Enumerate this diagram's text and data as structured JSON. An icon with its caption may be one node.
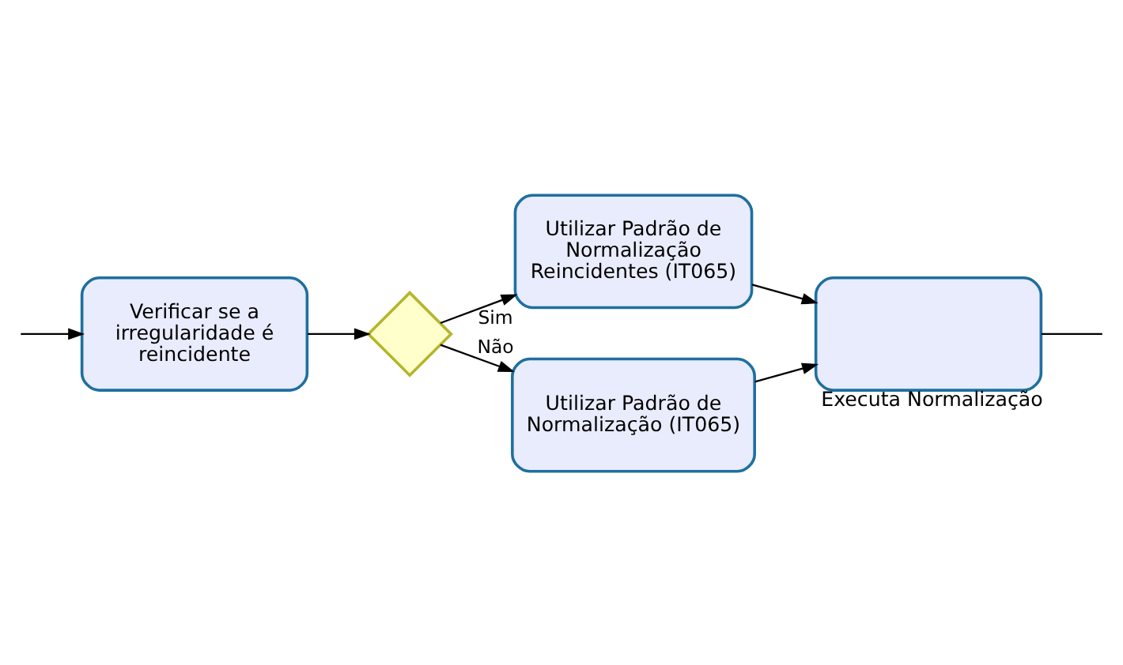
{
  "diagram": {
    "nodes": [
      {
        "text": [
          "Utilizar Padrão de Normalização Reincidentes (IT065)"
        ]
      },
      {
        "text": [],
        "shape": "box",
        "beside": [
          "Executa Normalização"
        ]
      },
      {
        "text": [],
        "shape": "diamond"
      },
      {
        "text": [
          "Utilizar Padrão de Normalização (IT065)"
        ]
      },
      {
        "text": [
          "Verificar se a irregularidade é reincidente"
        ]
      }
    ],
    "edges": [
      {
        "from": null,
        "to": 4,
        "arrow": "to"
      },
      {
        "from": 4,
        "to": 2,
        "arrow": "to"
      },
      {
        "from": 2,
        "to": 0,
        "arrow": "to",
        "label": "Sim"
      },
      {
        "from": 2,
        "to": 3,
        "arrow": "to",
        "label": "Não"
      },
      {
        "from": 0,
        "to": 1,
        "arrow": "to"
      },
      {
        "from": 3,
        "to": 1,
        "arrow": "to"
      },
      {
        "from": 1,
        "to": null,
        "arrow": "none"
      }
    ]
  }
}
